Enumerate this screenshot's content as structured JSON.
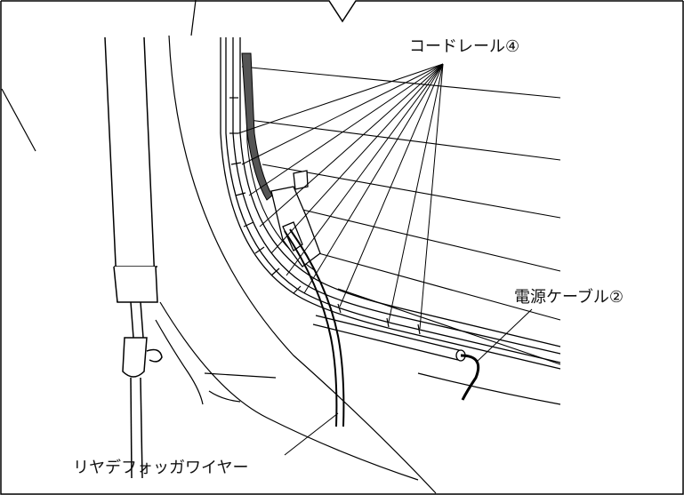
{
  "labels": {
    "cord_rail": "コードレール④",
    "power_cable": "電源ケーブル②",
    "rear_defogger_wire": "リヤデフォッガワイヤー"
  }
}
